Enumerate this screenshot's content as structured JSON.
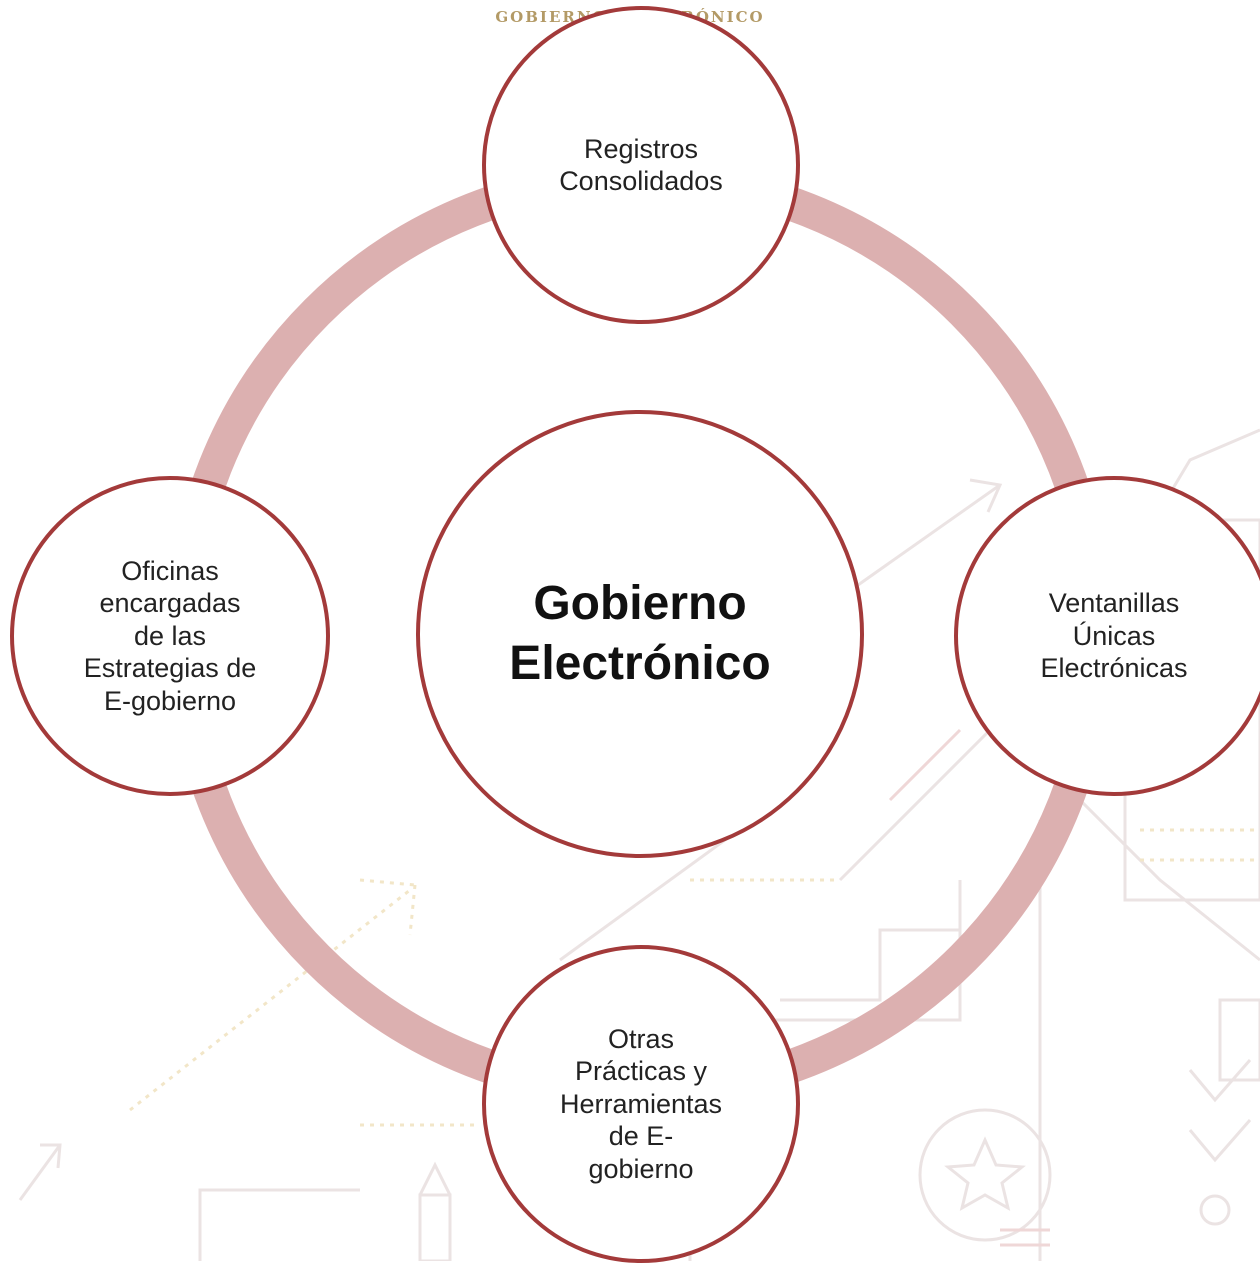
{
  "header": {
    "brand_text": "GOBIERNO ELECTRÓNICO"
  },
  "center": {
    "label": "Gobierno Electrónico"
  },
  "nodes": {
    "top": {
      "label": "Registros\nConsolidados"
    },
    "right": {
      "label": "Ventanillas\nÚnicas\nElectrónicas"
    },
    "bottom": {
      "label": "Otras\nPrácticas y\nHerramientas\nde E-\ngobierno"
    },
    "left": {
      "label": "Oficinas\nencargadas\nde las\nEstrategias de\nE-gobierno"
    }
  },
  "colors": {
    "ring": "#dcb0b0",
    "circle_border": "#a33a3a",
    "background_art": "#ece3e3",
    "header_text": "#b39a66"
  }
}
